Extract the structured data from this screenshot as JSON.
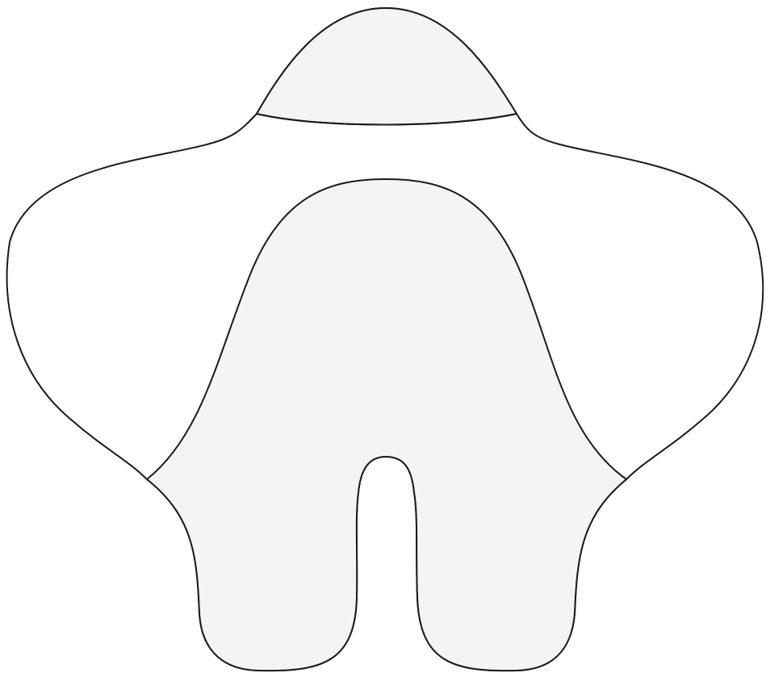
{
  "figure": {
    "colors": {
      "stroke": "#1a1a1a",
      "shaded_region": "#f4f4f4",
      "unshaded_region": "#ffffff",
      "background": "#ffffff"
    },
    "regions": [
      {
        "name": "top-cap-region",
        "fill": "shaded"
      },
      {
        "name": "left-wing-region",
        "fill": "unshaded"
      },
      {
        "name": "right-wing-region",
        "fill": "unshaded"
      },
      {
        "name": "central-legs-region",
        "fill": "shaded"
      }
    ]
  }
}
